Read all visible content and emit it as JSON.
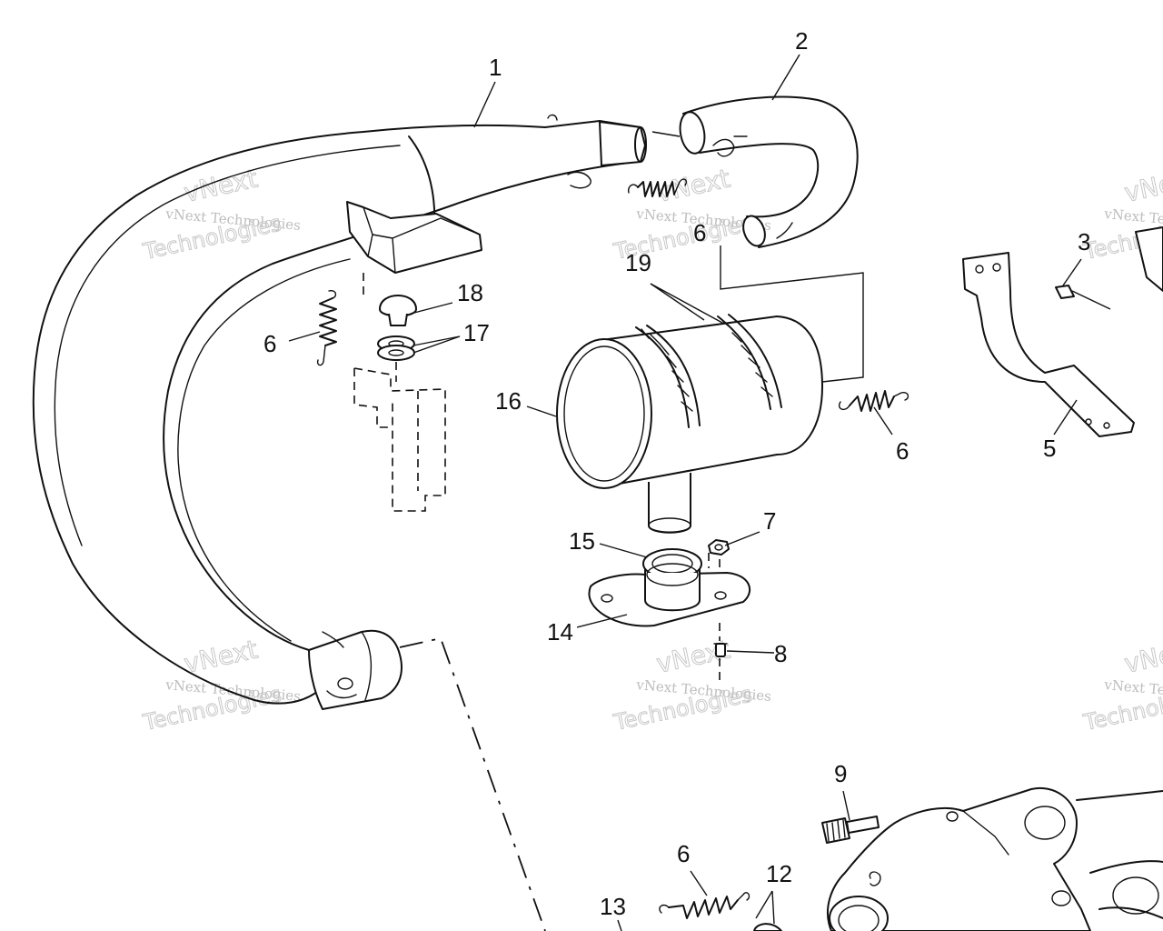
{
  "watermark": {
    "line1": "vNext",
    "line2": "vNext Technologies",
    "line3": "Technologies"
  },
  "callouts": [
    {
      "id": "c1",
      "text": "1"
    },
    {
      "id": "c2",
      "text": "2"
    },
    {
      "id": "c3",
      "text": "3"
    },
    {
      "id": "c5",
      "text": "5"
    },
    {
      "id": "c6a",
      "text": "6"
    },
    {
      "id": "c6b",
      "text": "6"
    },
    {
      "id": "c6c",
      "text": "6"
    },
    {
      "id": "c6d",
      "text": "6"
    },
    {
      "id": "c7",
      "text": "7"
    },
    {
      "id": "c8",
      "text": "8"
    },
    {
      "id": "c9",
      "text": "9"
    },
    {
      "id": "c12",
      "text": "12"
    },
    {
      "id": "c13",
      "text": "13"
    },
    {
      "id": "c14",
      "text": "14"
    },
    {
      "id": "c15",
      "text": "15"
    },
    {
      "id": "c16",
      "text": "16"
    },
    {
      "id": "c17",
      "text": "17"
    },
    {
      "id": "c18",
      "text": "18"
    },
    {
      "id": "c19",
      "text": "19"
    }
  ]
}
